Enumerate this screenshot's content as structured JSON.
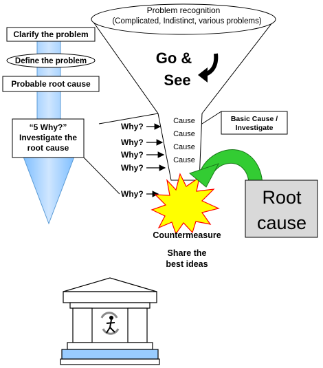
{
  "funnel": {
    "title": "Problem recognition",
    "subtitle": "(Complicated, Indistinct, various problems)",
    "go_see_line1": "Go &",
    "go_see_line2": "See"
  },
  "steps": {
    "clarify": "Clarify the problem",
    "define": "Define the problem",
    "probable": "Probable root cause",
    "five_why_line1": "“5 Why?”",
    "five_why_line2": "Investigate the",
    "five_why_line3": "root cause"
  },
  "causes": [
    "Cause",
    "Cause",
    "Cause",
    "Cause"
  ],
  "whys": [
    "Why?",
    "Why?",
    "Why?",
    "Why?",
    "Why?"
  ],
  "basic_cause": {
    "line1": "Basic Cause /",
    "line2": "Investigate"
  },
  "root_cause": {
    "line1": "Root",
    "line2": "cause"
  },
  "countermeasure": "Countermeasure",
  "share": {
    "line1": "Share the",
    "line2": "best ideas"
  },
  "colors": {
    "down_arrow": "#99ccff",
    "star": "#ffff00",
    "star_core": "#ff3300",
    "curved_arrow": "#33cc33",
    "root_box": "#d9d9d9",
    "building_band": "#99ccff"
  },
  "icons": [
    "curved-arrow-icon",
    "explosion-star-icon",
    "building-icon",
    "recycle-person-icon"
  ]
}
